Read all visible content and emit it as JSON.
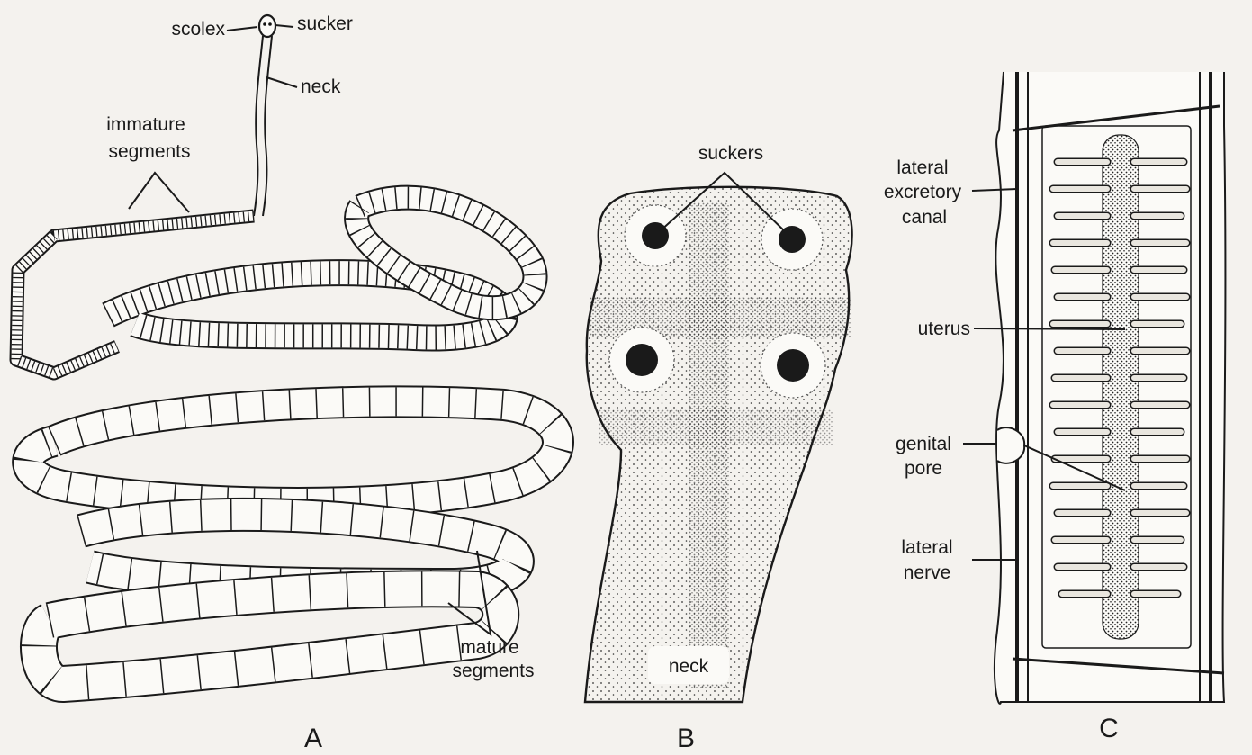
{
  "panel_a": {
    "panel_letter": "A",
    "labels": {
      "scolex": "scolex",
      "sucker": "sucker",
      "neck": "neck",
      "immature_line1": "immature",
      "immature_line2": "segments",
      "mature_line1": "mature",
      "mature_line2": "segments"
    }
  },
  "panel_b": {
    "panel_letter": "B",
    "labels": {
      "suckers": "suckers",
      "neck": "neck"
    }
  },
  "panel_c": {
    "panel_letter": "C",
    "labels": {
      "lateral_excretory_line1": "lateral",
      "lateral_excretory_line2": "excretory",
      "lateral_excretory_line3": "canal",
      "uterus": "uterus",
      "genital_pore_line1": "genital",
      "genital_pore_line2": "pore",
      "lateral_nerve_line1": "lateral",
      "lateral_nerve_line2": "nerve"
    }
  }
}
